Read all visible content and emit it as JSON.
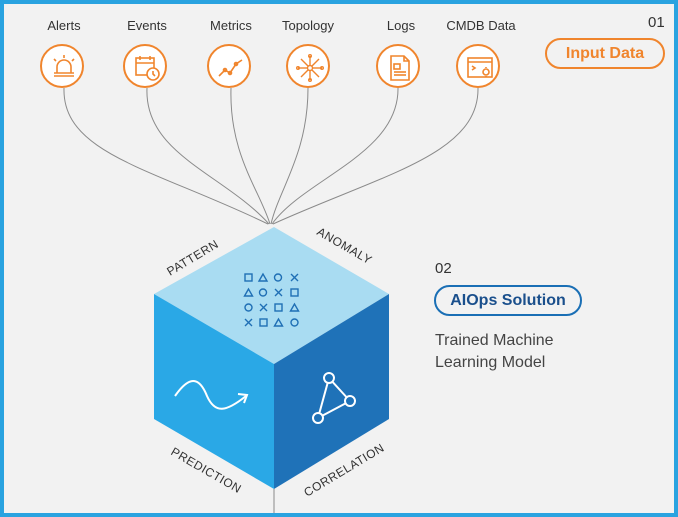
{
  "sources": [
    {
      "label": "Alerts",
      "icon": "alarm-light-icon"
    },
    {
      "label": "Events",
      "icon": "calendar-clock-icon"
    },
    {
      "label": "Metrics",
      "icon": "line-chart-icon"
    },
    {
      "label": "Topology",
      "icon": "network-burst-icon"
    },
    {
      "label": "Logs",
      "icon": "document-icon"
    },
    {
      "label": "CMDB Data",
      "icon": "database-settings-icon"
    }
  ],
  "step1": {
    "number": "01",
    "label": "Input Data"
  },
  "step2": {
    "number": "02",
    "label": "AIOps Solution",
    "description_line1": "Trained Machine",
    "description_line2": "Learning Model"
  },
  "cube": {
    "label_pattern": "PATTERN",
    "label_anomaly": "ANOMALY",
    "label_prediction": "PREDICTION",
    "label_correlation": "CORRELATION"
  },
  "colors": {
    "accent_orange": "#f0852d",
    "cube_top": "#a9dcf2",
    "cube_left": "#2aa8e6",
    "cube_right": "#1f72b8",
    "frame_blue": "#2aa3e0"
  }
}
